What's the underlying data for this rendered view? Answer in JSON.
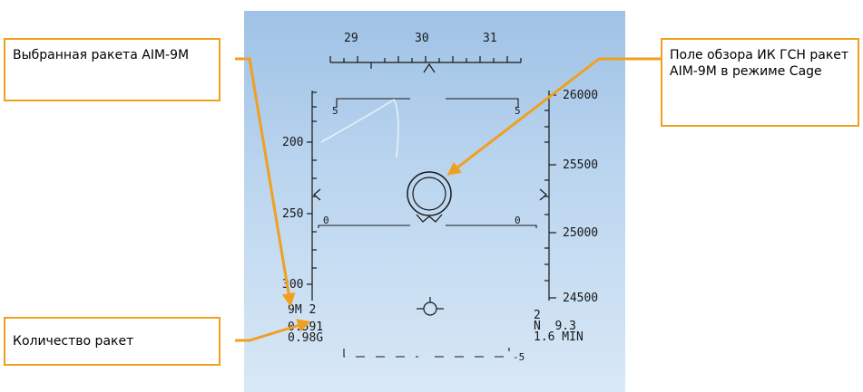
{
  "heading_scale": {
    "labels": [
      "29",
      "30",
      "31"
    ]
  },
  "speed_scale": {
    "labels": [
      "200",
      "250",
      "300"
    ]
  },
  "altitude_scale": {
    "labels": [
      "26000",
      "25500",
      "25000",
      "24500"
    ]
  },
  "pitch_ladder": {
    "upper_left": "5",
    "upper_right": "5",
    "center_left": "0",
    "center_right": "0",
    "lower_right": "-5"
  },
  "weapon": {
    "selected": "9M 2",
    "mach": "0.591",
    "g": "0.98G"
  },
  "waypoint": {
    "line1": "2",
    "line2": "N  9.3",
    "line3": "1.6 MIN"
  },
  "callouts": {
    "selected_missile": "Выбранная ракета AIM-9M",
    "seeker_fov": "Поле обзора ИК ГСН ракет AIM-9M в режиме Cage",
    "missile_count": "Количество ракет"
  },
  "colors": {
    "callout_border": "#f0a020",
    "arrow": "#f0a020",
    "hud_symbology": "#181818"
  }
}
